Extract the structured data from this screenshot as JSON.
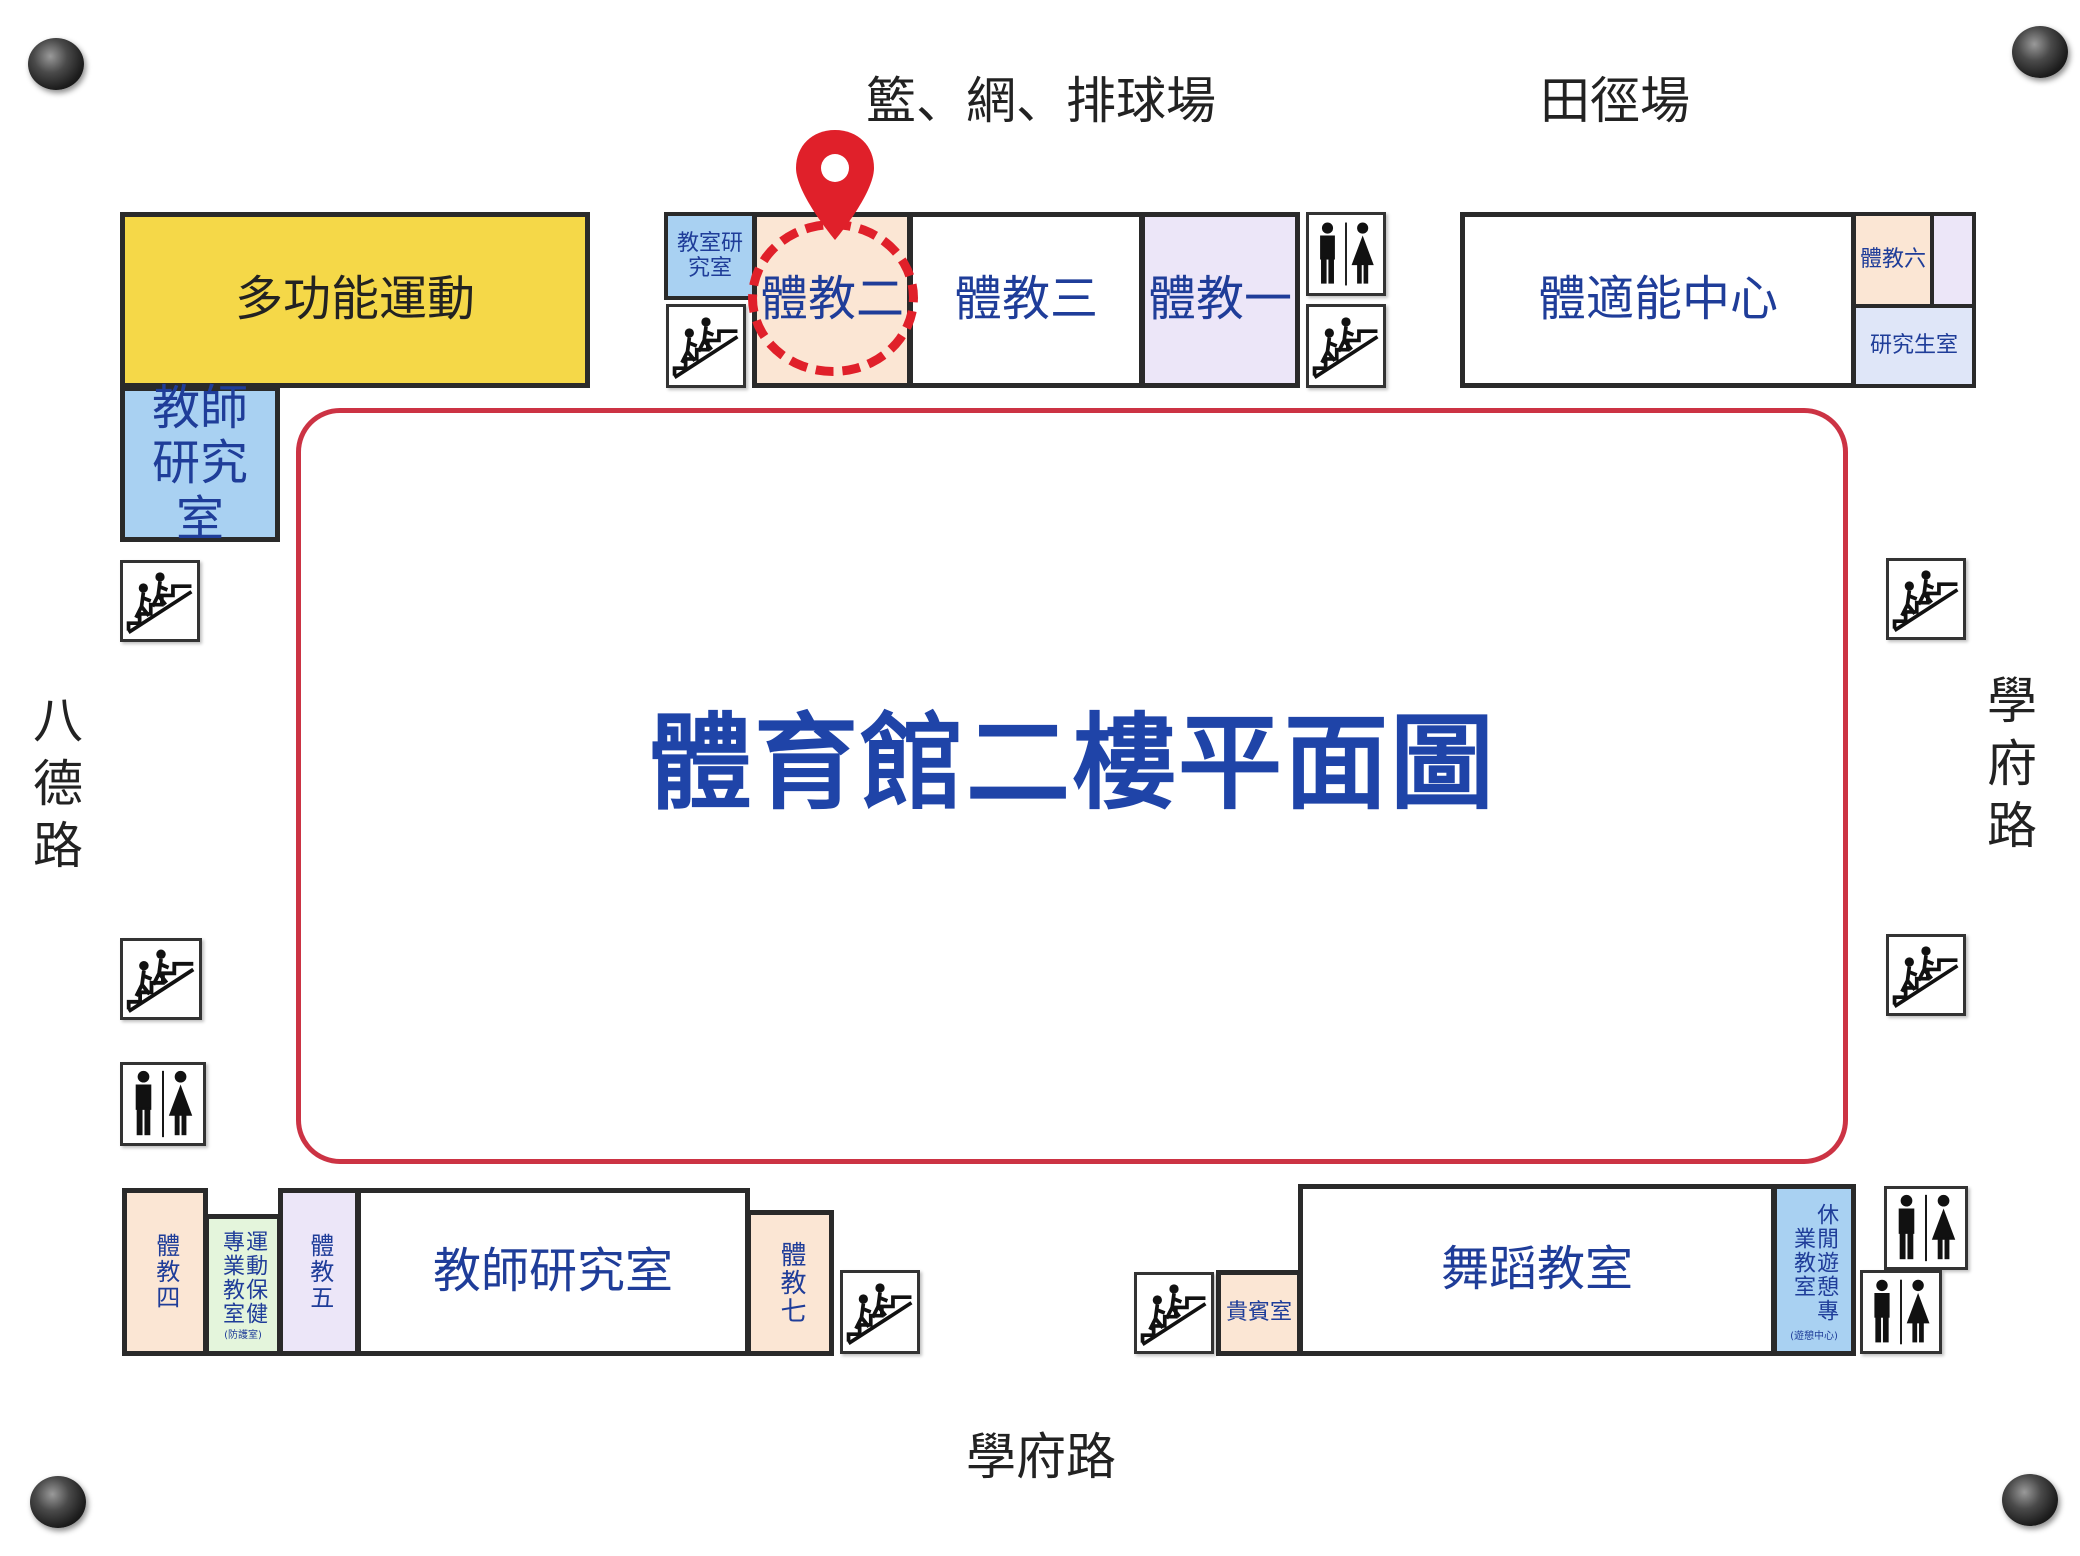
{
  "map": {
    "title": "體育館二樓平面圖",
    "roads": {
      "west": "八德路",
      "east": "學府路",
      "south": "學府路"
    },
    "top_labels": {
      "courts": "籃、網、排球場",
      "track": "田徑場"
    },
    "rooms": {
      "multi_sport": "多功能運動",
      "teacher_research_nw": "教師研究室",
      "classroom_research": "教室研究室",
      "pe2": "體教二",
      "pe3": "體教三",
      "pe1": "體教一",
      "fitness_center": "體適能中心",
      "pe6": "體教六",
      "student_research": "研究生室",
      "pe4": "體教四",
      "sports_health": "運動保健專業教室",
      "sports_health_note": "(防護室)",
      "pe5": "體教五",
      "teacher_research_s": "教師研究室",
      "pe7": "體教七",
      "vip_room": "貴賓室",
      "dance_room": "舞蹈教室",
      "leisure_room": "休閒遊憩專業教室",
      "leisure_room_note": "(遊憩中心)"
    },
    "icons": {
      "stairs": "stairs-icon",
      "restroom": "restroom-icon",
      "location": "location-pin-icon"
    },
    "colors": {
      "yellow_room": "#f5d848",
      "blue_room": "#a9d1f2",
      "peach_room": "#fbe6d4",
      "lavender_room": "#ece6f8",
      "mint_room": "#e4f5dc",
      "text_blue": "#1f44a8",
      "court_line": "#cc3344",
      "marker_red": "#e0202a"
    }
  }
}
